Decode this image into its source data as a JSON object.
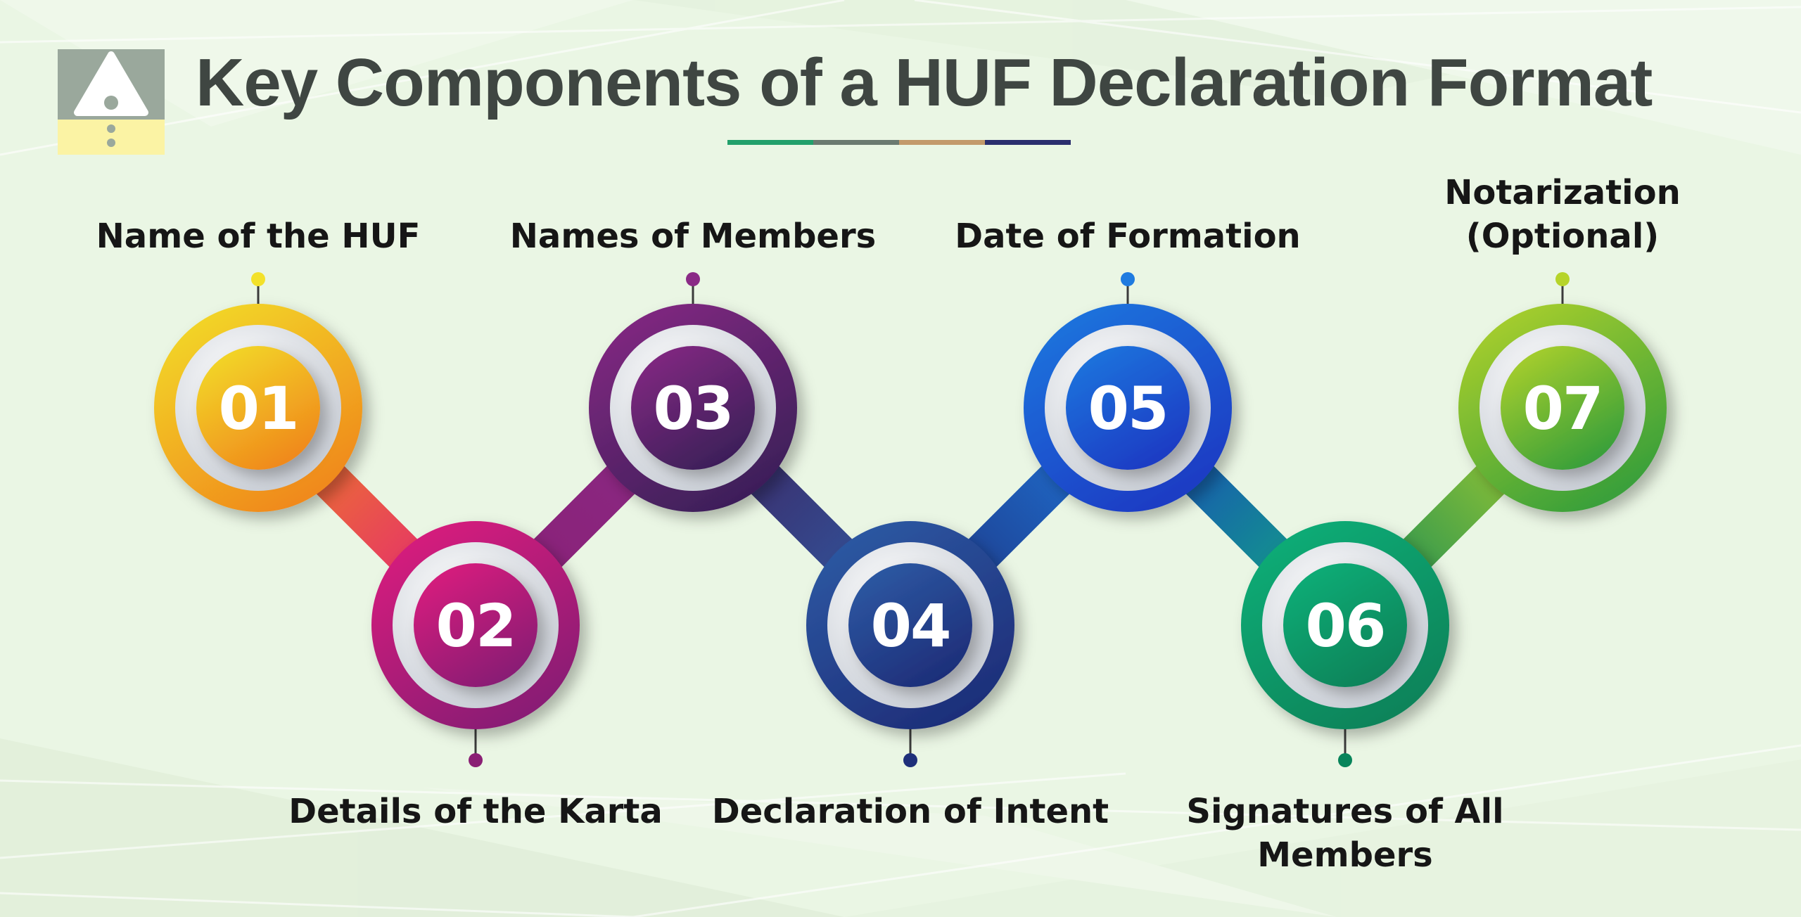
{
  "title": "Key Components of a HUF Declaration Format",
  "title_underline_colors": [
    "#22a06b",
    "#6b7a70",
    "#c39a6b",
    "#2b2f6e"
  ],
  "logo": {
    "icon": "triangle-alert-icon",
    "top_color": "#9aa89c",
    "bottom_color": "#fbf3a4"
  },
  "steps": [
    {
      "number": "01",
      "label": "Name of the HUF",
      "position": "top",
      "colors": [
        "#f3e12a",
        "#f08a1c"
      ]
    },
    {
      "number": "02",
      "label": "Details of the Karta",
      "position": "bottom",
      "colors": [
        "#e2197e",
        "#8a1f74"
      ]
    },
    {
      "number": "03",
      "label": "Names of Members",
      "position": "top",
      "colors": [
        "#8a2a86",
        "#3e1f5a"
      ]
    },
    {
      "number": "04",
      "label": "Declaration of Intent",
      "position": "bottom",
      "colors": [
        "#2f5ea8",
        "#1e2f7a"
      ]
    },
    {
      "number": "05",
      "label": "Date of Formation",
      "position": "top",
      "colors": [
        "#1f7be0",
        "#1a3cc4"
      ]
    },
    {
      "number": "06",
      "label": "Signatures of All Members",
      "position": "bottom",
      "colors": [
        "#10b27a",
        "#07845a"
      ]
    },
    {
      "number": "07",
      "label": "Notarization (Optional)",
      "position": "top",
      "colors": [
        "#b6d42a",
        "#3aa03a"
      ]
    }
  ]
}
